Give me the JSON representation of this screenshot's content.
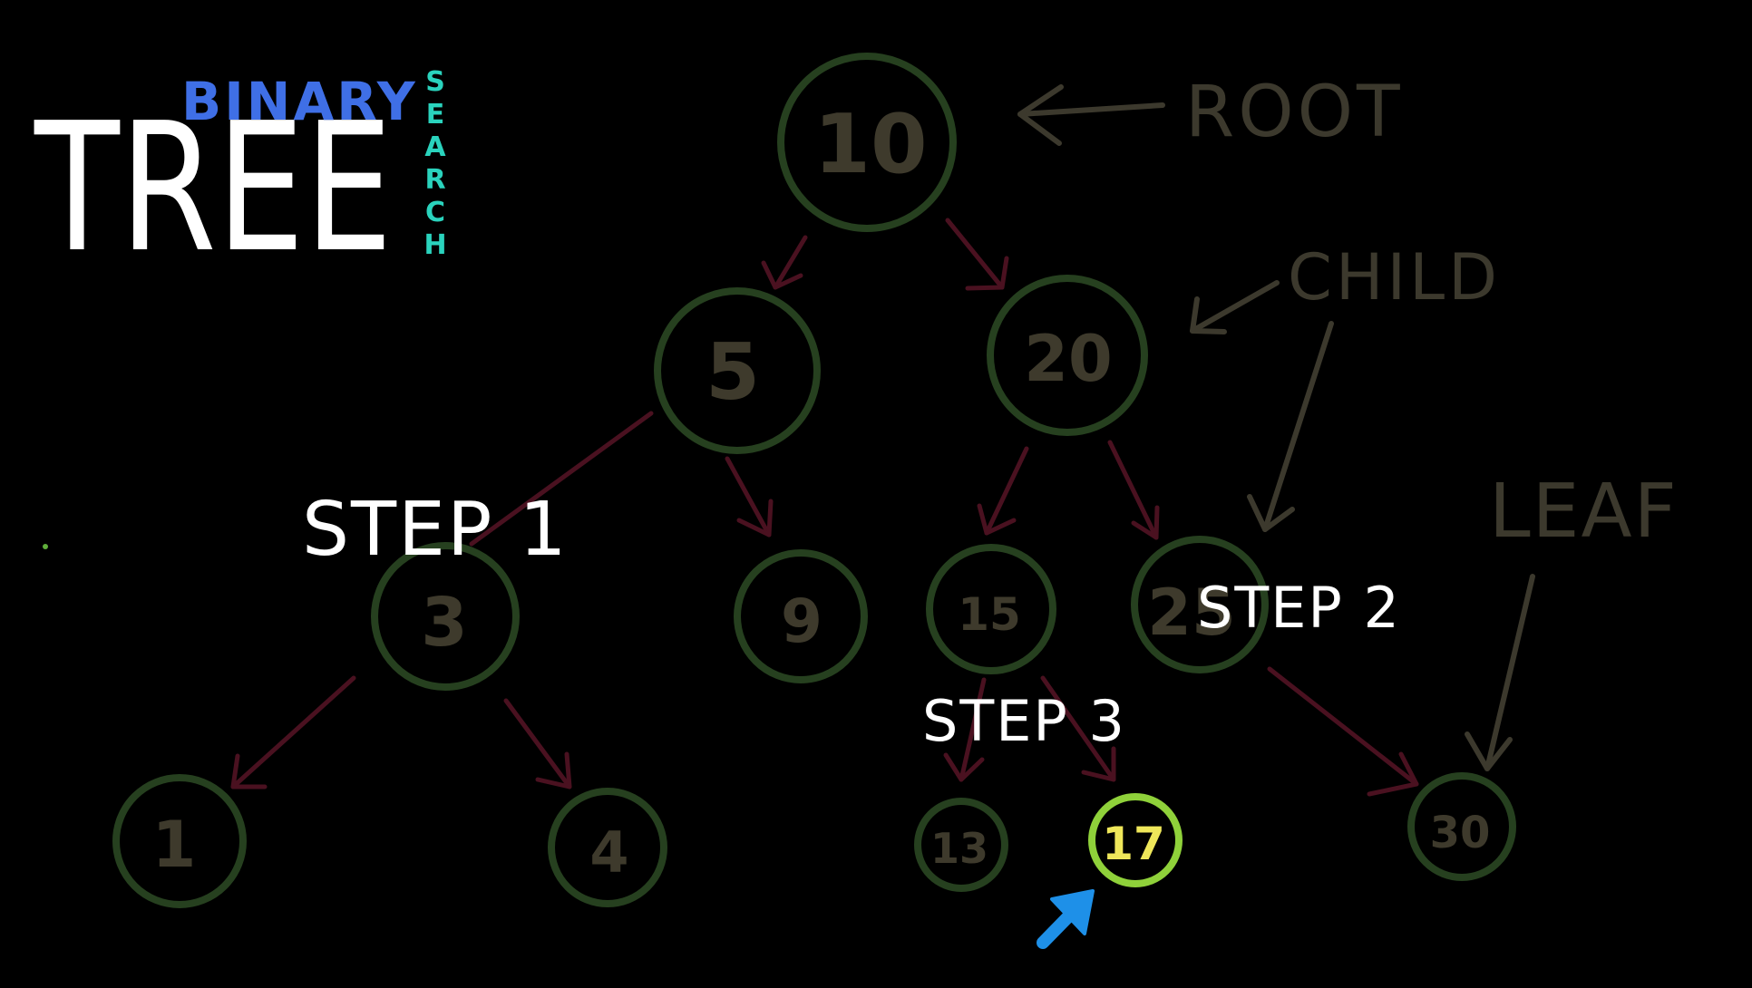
{
  "title": {
    "main": "TREE",
    "binary": "BINARY",
    "search": [
      "S",
      "E",
      "A",
      "R",
      "C",
      "H"
    ]
  },
  "labels": {
    "root": "ROOT",
    "child": "CHILD",
    "leaf": "LEAF",
    "step1": "STEP 1",
    "step2": "STEP 2",
    "step3": "STEP 3"
  },
  "nodes": {
    "n10": "10",
    "n5": "5",
    "n20": "20",
    "n3": "3",
    "n9": "9",
    "n15": "15",
    "n25": "25",
    "n1": "1",
    "n4": "4",
    "n13": "13",
    "n17": "17",
    "n30": "30"
  },
  "colors": {
    "background": "#000000",
    "title": "#ffffff",
    "binary": "#3f6fe6",
    "search": "#2ad3bd",
    "dim_node": "#26401f",
    "dim_text": "#3e3a2c",
    "edge": "#4a1120",
    "label": "#3c392d",
    "step_text": "#ffffff",
    "highlight_ring": "#8fd13a",
    "highlight_text": "#efe75a",
    "pointer_arrow": "#1e90e8"
  }
}
